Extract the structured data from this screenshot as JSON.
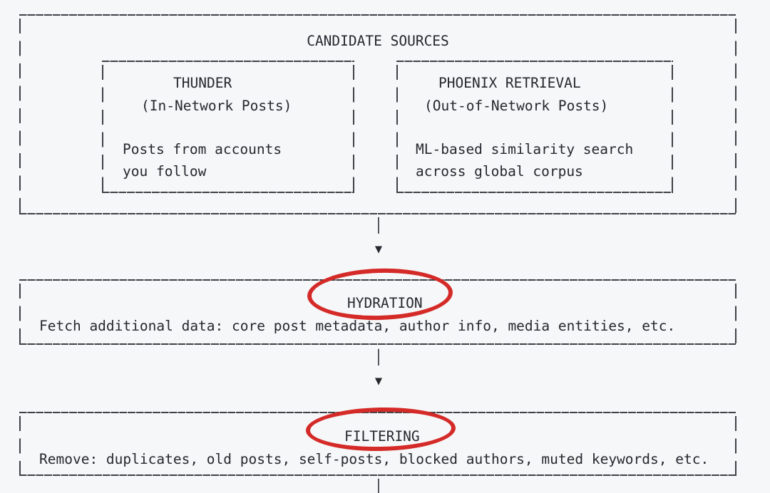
{
  "colors": {
    "background": "#f6f7f8",
    "line": "#3e4247",
    "text": "#24292e",
    "annotation_red": "#d42a28"
  },
  "pipeline": {
    "candidate_sources": {
      "title": "CANDIDATE SOURCES",
      "thunder": {
        "title": "THUNDER",
        "subtitle": "(In-Network Posts)",
        "description_line1": "Posts from accounts",
        "description_line2": "you follow"
      },
      "phoenix": {
        "title": "PHOENIX RETRIEVAL",
        "subtitle": "(Out-of-Network Posts)",
        "description_line1": "ML-based similarity search",
        "description_line2": "across global corpus"
      }
    },
    "hydration": {
      "title": "HYDRATION",
      "description": "Fetch additional data: core post metadata, author info, media entities, etc."
    },
    "filtering": {
      "title": "FILTERING",
      "description": "Remove: duplicates, old posts, self-posts, blocked authors, muted keywords, etc."
    },
    "glyphs": {
      "arrow_shaft": "│",
      "arrow_head": "▼"
    }
  }
}
